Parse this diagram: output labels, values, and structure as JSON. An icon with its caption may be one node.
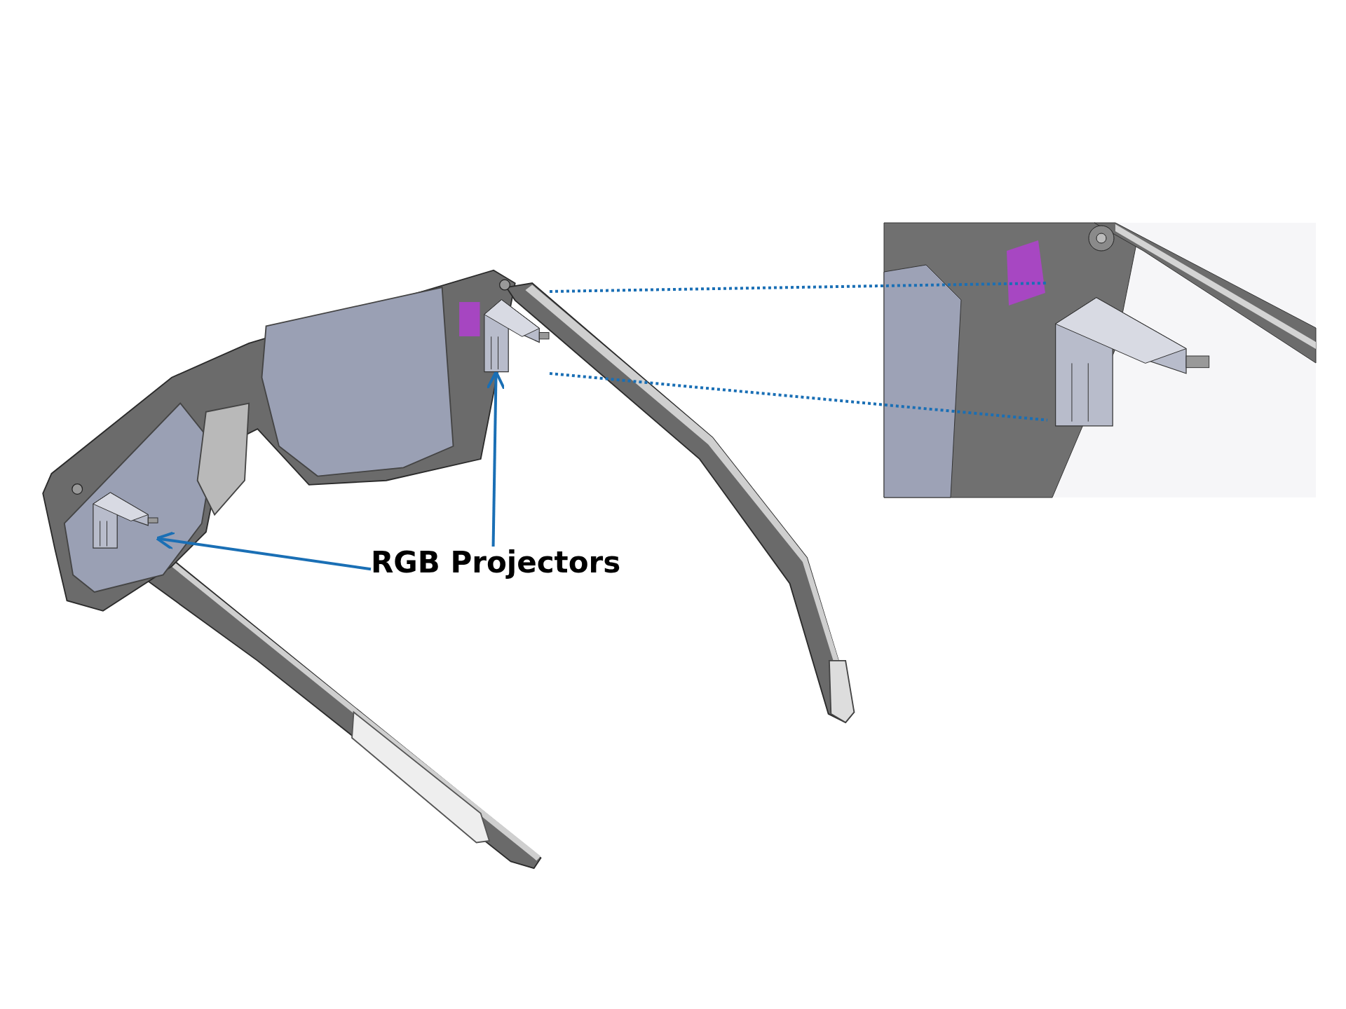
{
  "diagram": {
    "nodes": [
      {
        "text": [
          "RGB Projectors"
        ]
      },
      {
        "text": [],
        "shape": "picture"
      },
      {
        "text": [],
        "shape": "picture"
      },
      {
        "text": [],
        "shape": "picture"
      },
      {
        "text": [],
        "shape": "picture",
        "in": 3
      }
    ],
    "edges": [
      {
        "from": 0,
        "to": 1,
        "arrow": "to"
      },
      {
        "from": 0,
        "to": 2,
        "arrow": "to"
      },
      {
        "from": 2,
        "to": 4,
        "arrow": "none",
        "style": "dashed"
      },
      {
        "from": 2,
        "to": 4,
        "arrow": "none",
        "style": "dashed"
      }
    ]
  }
}
